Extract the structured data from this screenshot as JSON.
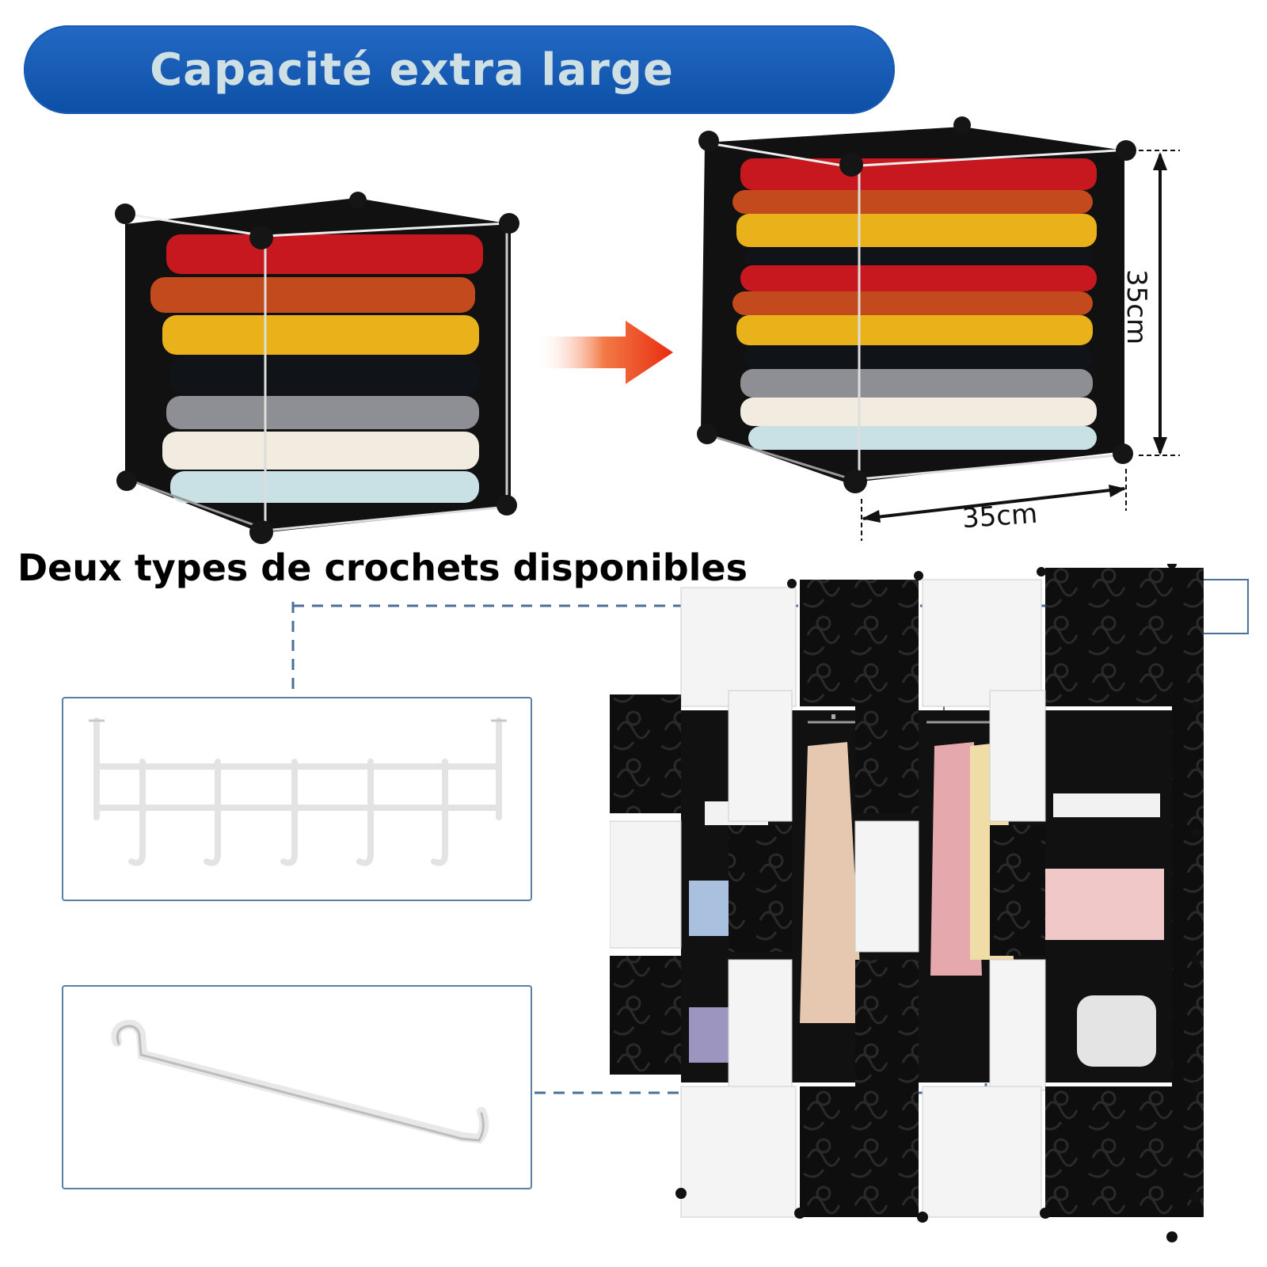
{
  "banner": {
    "title": "Capacité extra large"
  },
  "dimensions": {
    "width": "35cm",
    "height": "35cm"
  },
  "hooks": {
    "title": "Deux types de crochets disponibles"
  },
  "colors": {
    "banner": "#0d4fa6",
    "arrow": "#f03a1e",
    "dashed": "#4a6f99",
    "cube": "#111111"
  },
  "icons": {
    "arrow": "right-arrow-icon"
  }
}
